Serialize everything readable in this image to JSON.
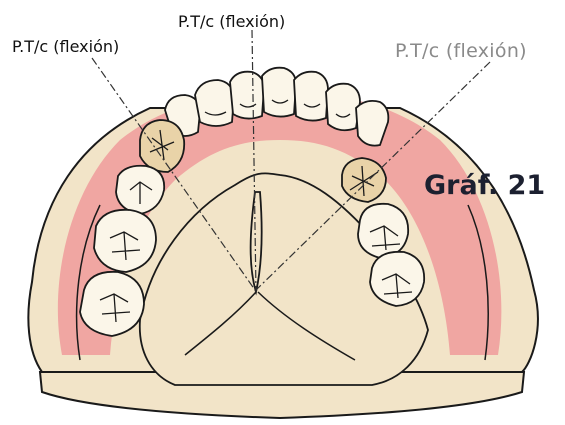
{
  "labels": {
    "top_center": "P.T/c (flexión)",
    "top_left": "P.T/c (flexión)",
    "top_right": "P.T/c (flexión)"
  },
  "figure_title": "Gráf. 21",
  "colors": {
    "base": "#f2e4c8",
    "gum": "#f09b9b",
    "tooth": "#fbf6e9",
    "outline": "#1a1a1a",
    "label_dark": "#111111",
    "label_gray": "#8a8a8a",
    "title": "#1c2030"
  }
}
